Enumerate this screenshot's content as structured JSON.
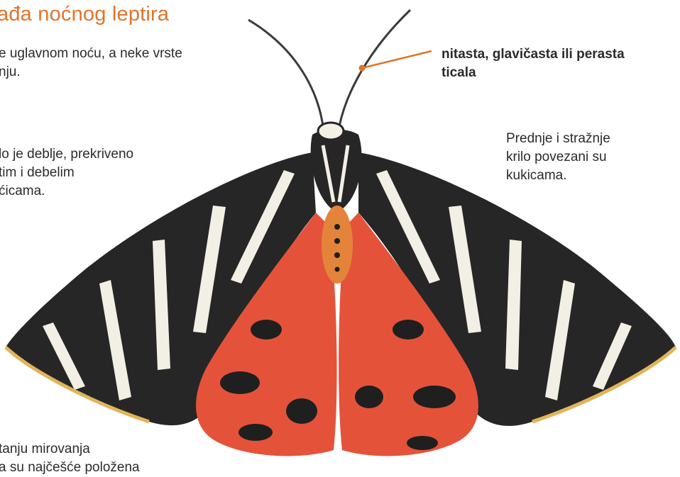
{
  "title": "ađa noćnog leptira",
  "intro": {
    "lines": [
      "e uglavnom noću, a neke vrste",
      "nju."
    ]
  },
  "body_note": {
    "lines": [
      "lo je deblje, prekriveno",
      "tim i debelim",
      "ćicama."
    ]
  },
  "antenna_label": {
    "lines": [
      "nitasta, glavičasta ili perasta",
      "ticala"
    ]
  },
  "wings_note": {
    "lines": [
      "Prednje i stražnje",
      "krilo povezani su",
      "kukicama."
    ]
  },
  "rest_note": {
    "lines": [
      "tanju mirovanja",
      "a su najčešće položena"
    ]
  },
  "colors": {
    "title": "#e0742b",
    "callout_line": "#e0742b",
    "forewing": "#262626",
    "stripe": "#f3efe4",
    "hindwing": "#e5523a",
    "edge": "#e2b45a"
  }
}
